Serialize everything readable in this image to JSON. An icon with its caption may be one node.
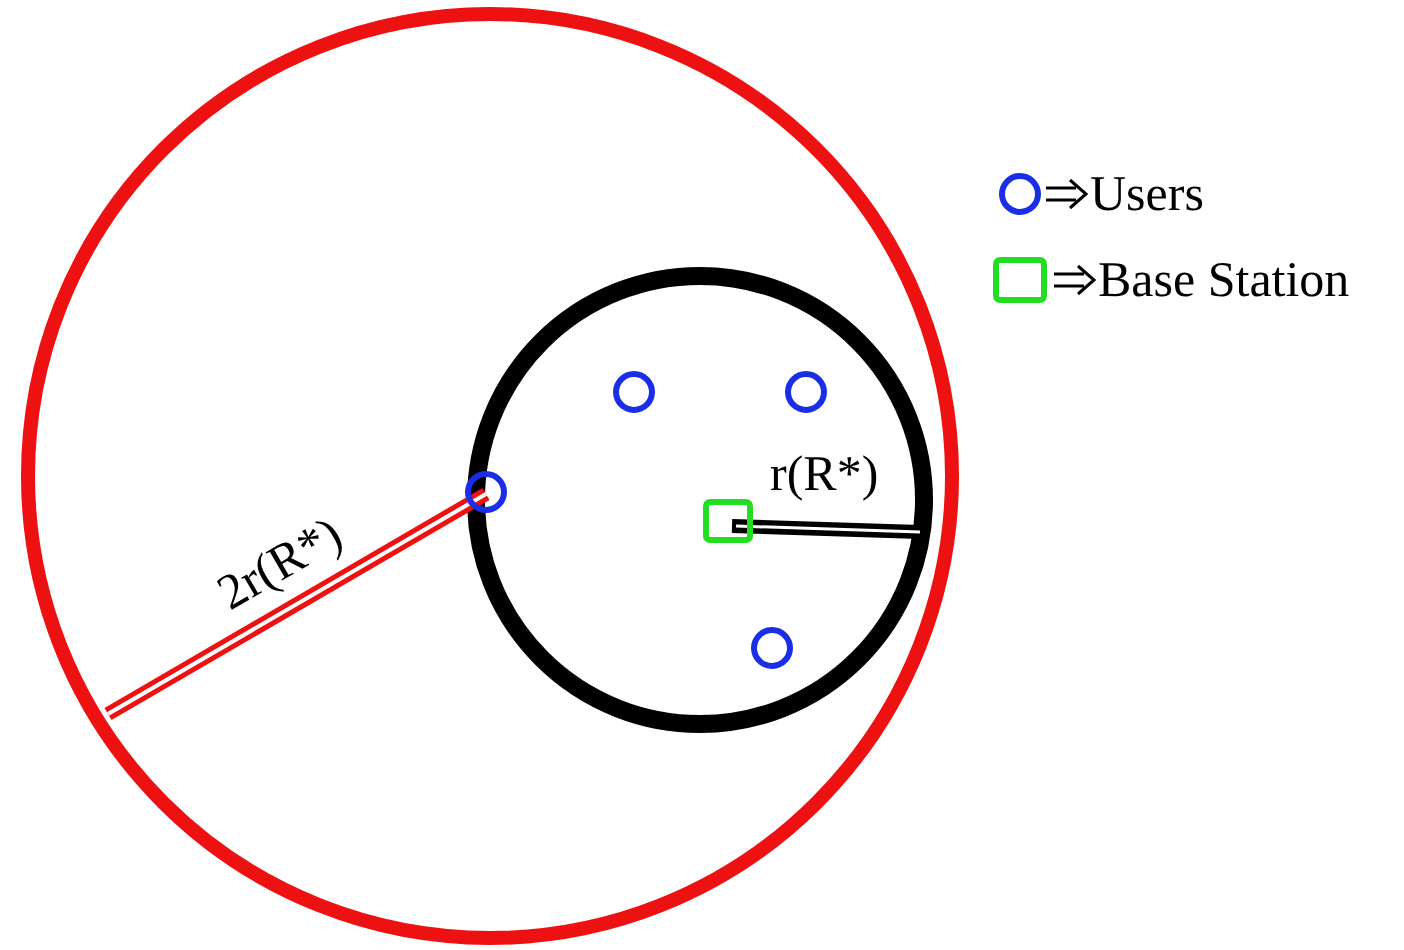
{
  "diagram": {
    "labels": [
      "r(R*)",
      "2r(R*)"
    ],
    "legend": [
      {
        "text": "Users"
      },
      {
        "text": "Base Station"
      }
    ]
  }
}
